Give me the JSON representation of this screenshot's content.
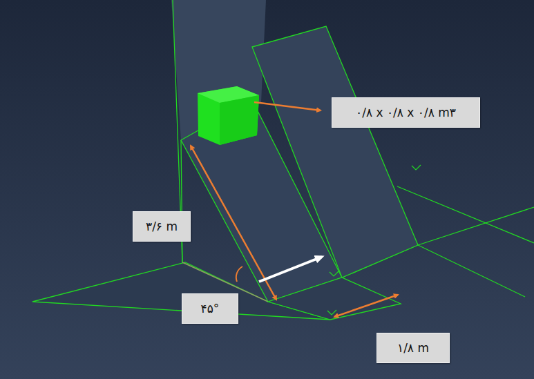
{
  "diagram": {
    "labels": [
      "۰/۸ x ۰/۸ x ۰/۸ m۳",
      "۳/۶ m",
      "۴۵°",
      "۱/۸ m"
    ]
  }
}
